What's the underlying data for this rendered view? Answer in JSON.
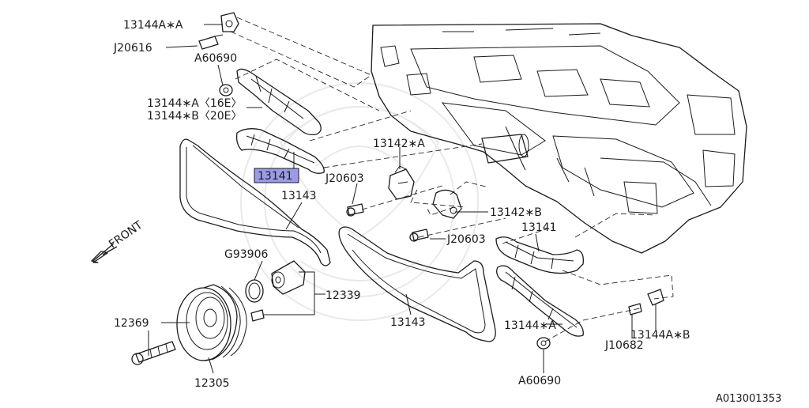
{
  "labels": {
    "p13144a_a_top": "13144A∗A",
    "j20616": "J20616",
    "a60690_top": "A60690",
    "p13144_a_16e": "13144∗A〈16E〉",
    "p13144_b_20e": "13144∗B〈20E〉",
    "p13141_highlight": "13141",
    "j20603_left": "J20603",
    "p13142_a": "13142∗A",
    "p13143_left": "13143",
    "p13142_b": "13142∗B",
    "j20603_right": "J20603",
    "p13141_right": "13141",
    "front": "FRONT",
    "g93906": "G93906",
    "p12339": "12339",
    "p12369": "12369",
    "p13143_bottom": "13143",
    "p13144_a_right": "13144∗A",
    "p13144a_b": "13144A∗B",
    "j10682": "J10682",
    "a60690_bottom": "A60690",
    "p12305": "12305",
    "figure_id": "A013001353"
  },
  "colors": {
    "highlight_fill": "#9b9be8",
    "line": "#1b1b1b",
    "watermark": "#e9e9e9"
  }
}
